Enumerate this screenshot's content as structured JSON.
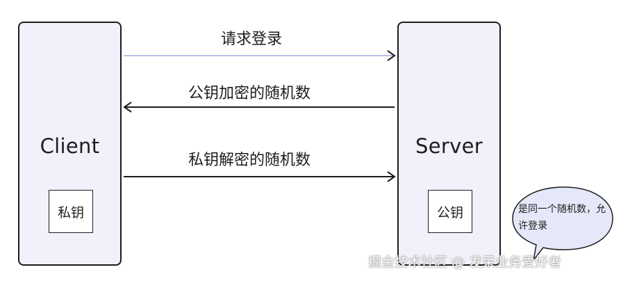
{
  "client": {
    "title": "Client",
    "key_label": "私钥"
  },
  "server": {
    "title": "Server",
    "key_label": "公钥"
  },
  "messages": [
    {
      "label": "请求登录",
      "direction": "client-to-server"
    },
    {
      "label": "公钥加密的随机数",
      "direction": "server-to-client"
    },
    {
      "label": "私钥解密的随机数",
      "direction": "client-to-server"
    }
  ],
  "callout": {
    "text": "是同一个随机数，允许登录"
  },
  "watermark": {
    "text": "掘金技术社区 @ 发呆业务爱好者"
  },
  "colors": {
    "box_fill": "#f0f1fb",
    "bubble_fill": "#e5e8f8",
    "first_arrow_line": "#b7c1e6",
    "stroke": "#1c1c1c"
  }
}
